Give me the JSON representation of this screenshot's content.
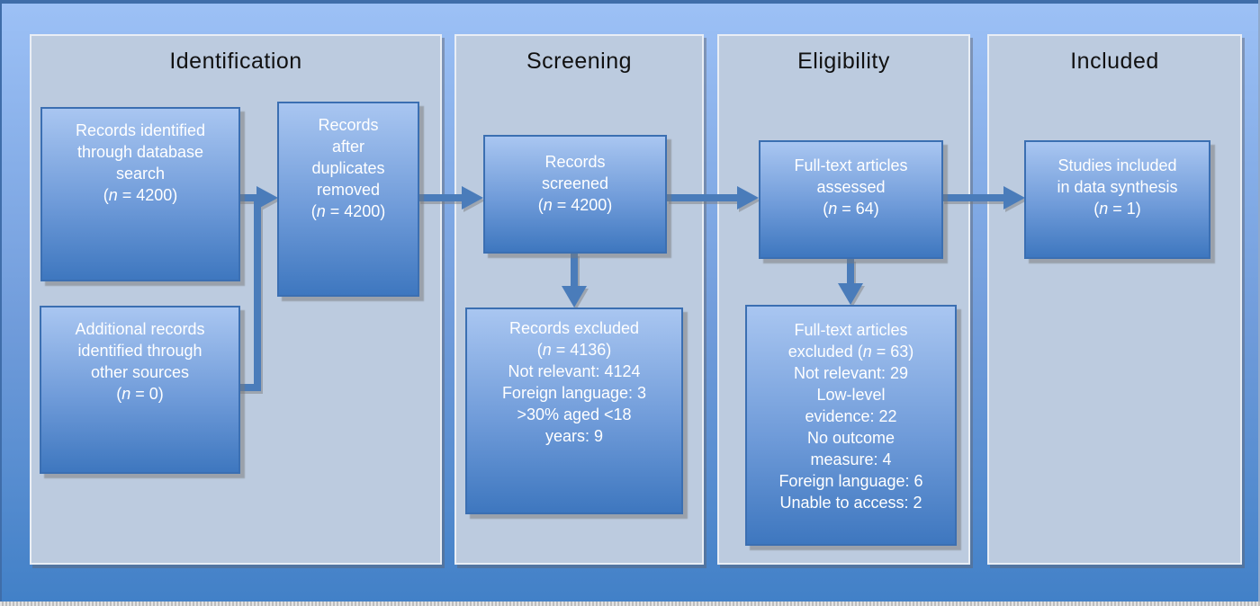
{
  "diagram": {
    "columns": [
      {
        "id": "identification",
        "label": "Identification"
      },
      {
        "id": "screening",
        "label": "Screening"
      },
      {
        "id": "eligibility",
        "label": "Eligibility"
      },
      {
        "id": "included",
        "label": "Included"
      }
    ],
    "boxes": [
      {
        "id": "records-identified-database",
        "column": "identification",
        "lines": [
          "Records identified",
          "through database",
          "search",
          "(n = 4200)"
        ]
      },
      {
        "id": "additional-records-other-sources",
        "column": "identification",
        "lines": [
          "Additional records",
          "identified through",
          "other sources",
          "(n = 0)"
        ]
      },
      {
        "id": "records-after-duplicates-removed",
        "column": "identification",
        "lines": [
          "Records",
          "after",
          "duplicates",
          "removed",
          "(n = 4200)"
        ]
      },
      {
        "id": "records-screened",
        "column": "screening",
        "lines": [
          "Records",
          "screened",
          "(n = 4200)"
        ]
      },
      {
        "id": "records-excluded",
        "column": "screening",
        "lines": [
          "Records excluded",
          "(n = 4136)",
          "Not relevant: 4124",
          "Foreign language: 3",
          ">30% aged <18",
          "years: 9"
        ]
      },
      {
        "id": "fulltext-articles-assessed",
        "column": "eligibility",
        "lines": [
          "Full-text articles",
          "assessed",
          "(n = 64)"
        ]
      },
      {
        "id": "fulltext-articles-excluded",
        "column": "eligibility",
        "lines": [
          "Full-text articles",
          "excluded (n = 63)",
          "Not relevant: 29",
          "Low-level",
          "evidence: 22",
          "No outcome",
          "measure: 4",
          "Foreign language: 6",
          "Unable to access: 2"
        ]
      },
      {
        "id": "studies-included-data-synthesis",
        "column": "included",
        "lines": [
          "Studies included",
          "in data synthesis",
          "(n = 1)"
        ]
      }
    ],
    "connectors": [
      {
        "from": "records-identified-database",
        "to": "records-after-duplicates-removed"
      },
      {
        "from": "additional-records-other-sources",
        "to": "records-after-duplicates-removed"
      },
      {
        "from": "records-after-duplicates-removed",
        "to": "records-screened"
      },
      {
        "from": "records-screened",
        "to": "records-excluded"
      },
      {
        "from": "records-screened",
        "to": "fulltext-articles-assessed"
      },
      {
        "from": "fulltext-articles-assessed",
        "to": "fulltext-articles-excluded"
      },
      {
        "from": "fulltext-articles-assessed",
        "to": "studies-included-data-synthesis"
      }
    ]
  },
  "colors": {
    "bg-top": "#9dc1f6",
    "bg-bottom": "#4180c7",
    "edge-dark": "#3f6da9",
    "panel-bg": "#bccbdf",
    "panel-border": "#e9eef5",
    "box-top": "#a9c6f1",
    "box-bottom": "#3e77bf",
    "box-border": "#3b6fb2",
    "box-text": "#ffffff",
    "header-text": "#111111",
    "arrow": "#4a7cba"
  }
}
